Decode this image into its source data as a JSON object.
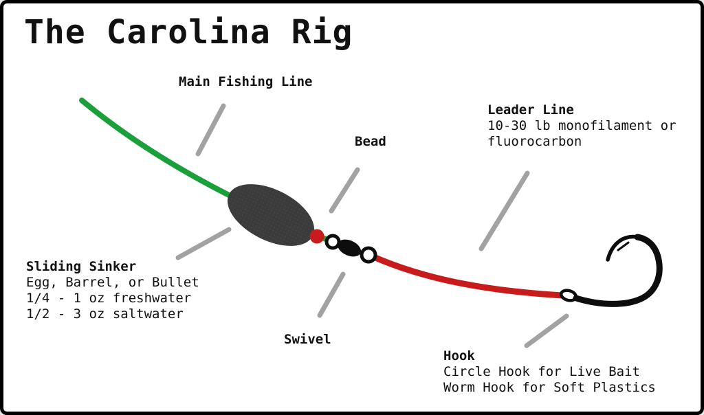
{
  "title": "The Carolina Rig",
  "labels": {
    "main_line": {
      "title": "Main Fishing Line"
    },
    "bead": {
      "title": "Bead"
    },
    "leader": {
      "title": "Leader Line",
      "line1": "10-30 lb monofilament or",
      "line2": "fluorocarbon"
    },
    "sinker": {
      "title": "Sliding Sinker",
      "line1": "Egg, Barrel, or Bullet",
      "line2": "1/4 - 1 oz freshwater",
      "line3": "1/2 - 3 oz saltwater"
    },
    "swivel": {
      "title": "Swivel"
    },
    "hook": {
      "title": "Hook",
      "line1": "Circle Hook for Live Bait",
      "line2": "Worm Hook for Soft Plastics"
    }
  },
  "colors": {
    "main_line_green": "#1a9f3b",
    "leader_red": "#c81b1b",
    "bead_red": "#c81b1b",
    "sinker_gray": "#3b3b3b",
    "pointer_gray": "#a2a2a2",
    "hook_black": "#0d0d0d",
    "text_black": "#111111",
    "background": "#ffffff"
  }
}
